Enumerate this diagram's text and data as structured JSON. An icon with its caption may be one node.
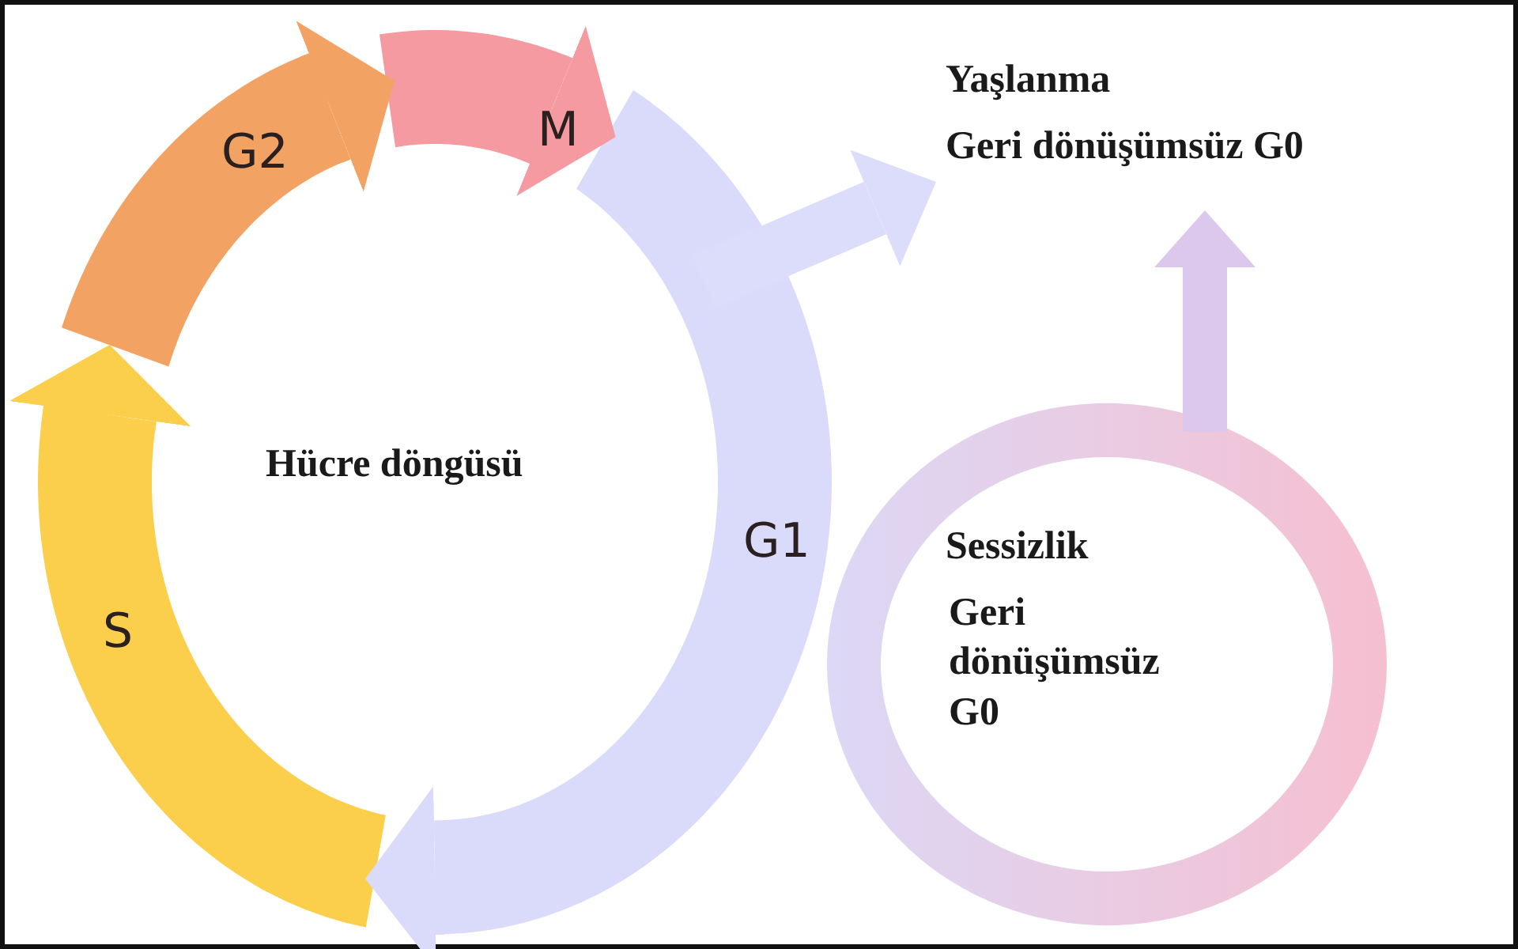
{
  "diagram": {
    "nodes": [
      {
        "text": [
          "G2"
        ]
      },
      {
        "text": [
          "M"
        ]
      },
      {
        "text": [
          "Yaşlanma",
          "Geri dönüşümsüz G0"
        ]
      },
      {
        "text": [
          "G1"
        ]
      },
      {
        "text": [
          "Sessizlik",
          "Geri dönüşümsüz G0"
        ]
      },
      {
        "text": [
          "S"
        ]
      }
    ],
    "edges": [
      {
        "from": 5,
        "to": 0,
        "arrow": "to",
        "color": "#fbcf4c"
      },
      {
        "from": 0,
        "to": 1,
        "arrow": "to",
        "color": "#f2a262"
      },
      {
        "from": 1,
        "to": 3,
        "arrow": "to",
        "color": "#f59aa0"
      },
      {
        "from": 3,
        "to": 5,
        "arrow": "to",
        "color": "#dadafb"
      },
      {
        "from": 3,
        "to": 2,
        "arrow": "to",
        "color": "#dcdcfb"
      },
      {
        "from": 4,
        "to": 2,
        "arrow": "to",
        "color": "#dcc8ec"
      }
    ],
    "labels": [
      "Hücre döngüsü"
    ]
  }
}
